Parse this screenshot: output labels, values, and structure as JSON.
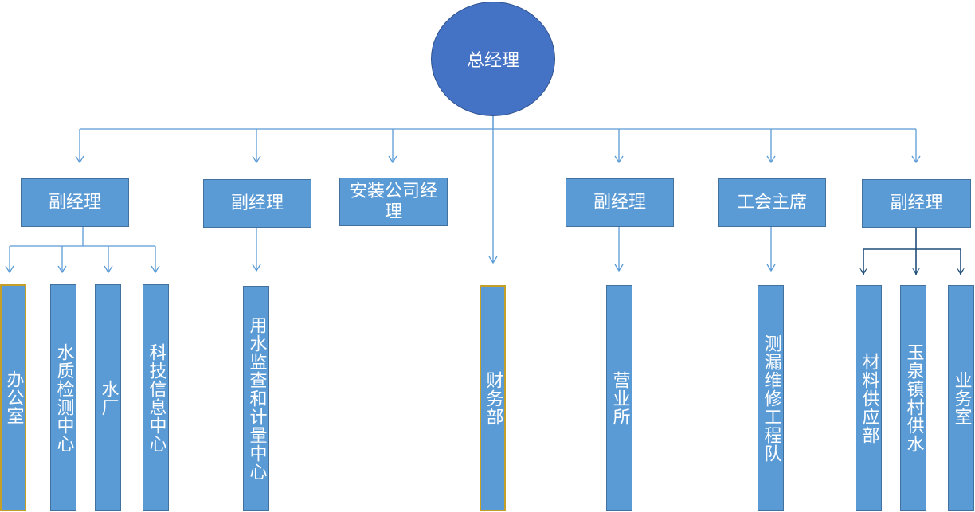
{
  "root": {
    "label": "总经理"
  },
  "level2": [
    {
      "label": "副经理"
    },
    {
      "label": "副经理"
    },
    {
      "label": "安装公司经理"
    },
    {
      "label": "副经理"
    },
    {
      "label": "工会主席"
    },
    {
      "label": "副经理"
    }
  ],
  "level3": [
    {
      "label": "办公室"
    },
    {
      "label": "水质检测中心"
    },
    {
      "label": "水厂"
    },
    {
      "label": "科技信息中心"
    },
    {
      "label": "用水监查和计量中心"
    },
    {
      "label": "财务部"
    },
    {
      "label": "营业所"
    },
    {
      "label": "测漏维修工程队"
    },
    {
      "label": "材料供应部"
    },
    {
      "label": "玉泉镇村供水"
    },
    {
      "label": "业务室"
    }
  ],
  "colors": {
    "root_fill": "#4472c4",
    "box_fill": "#5b9bd5",
    "box_border": "#41719c",
    "connector": "#5b9bd5",
    "connector_dark": "#1f4e79",
    "highlight_border": "#c5a028",
    "text": "#ffffff"
  }
}
